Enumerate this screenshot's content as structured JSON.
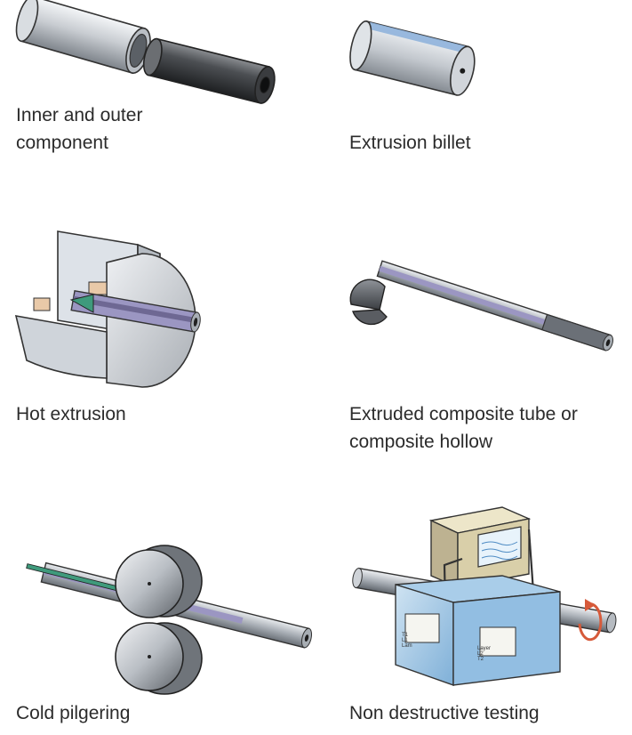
{
  "steps": [
    {
      "label_line1": "Inner and outer",
      "label_line2": "component",
      "icon": "tube-components-icon"
    },
    {
      "label_line1": "Extrusion billet",
      "label_line2": "",
      "icon": "billet-icon"
    },
    {
      "label_line1": "Hot extrusion",
      "label_line2": "",
      "icon": "extrusion-press-icon"
    },
    {
      "label_line1": "Extruded composite tube or",
      "label_line2": "composite hollow",
      "icon": "composite-tube-icon"
    },
    {
      "label_line1": "Cold pilgering",
      "label_line2": "",
      "icon": "pilger-rolls-icon"
    },
    {
      "label_line1": "Non destructive testing",
      "label_line2": "",
      "icon": "ndt-unit-icon"
    }
  ],
  "ndt_gauges": [
    "T1  L1  Lam",
    "Layer  L2  T2"
  ]
}
